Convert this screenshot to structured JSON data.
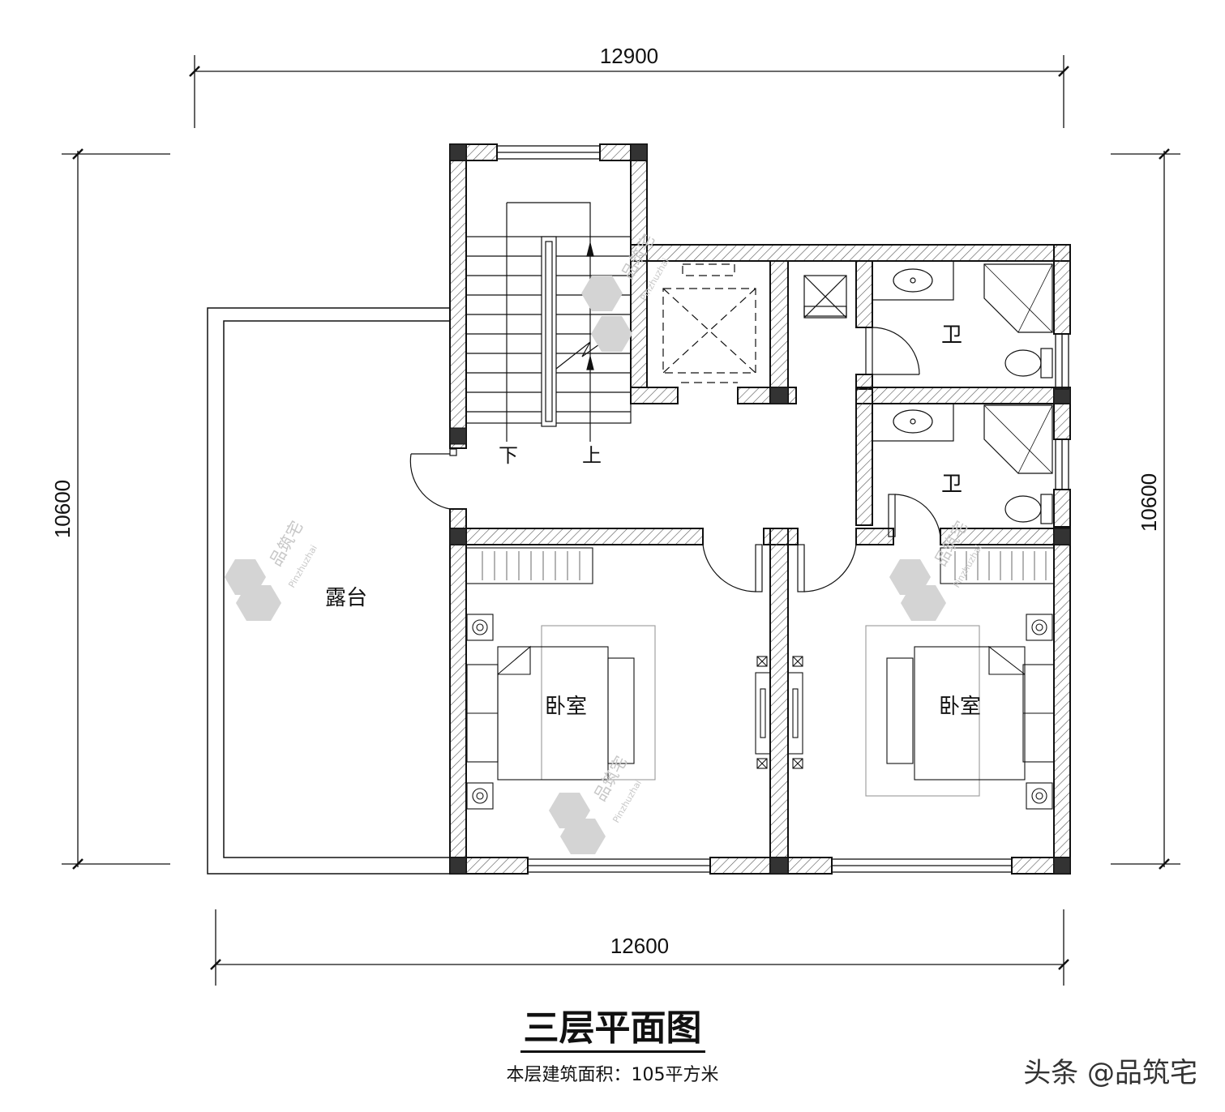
{
  "dimensions": {
    "top": "12900",
    "bottom": "12600",
    "left": "10600",
    "right": "10600"
  },
  "rooms": {
    "terrace": "露台",
    "bathroom_1": "卫",
    "bathroom_2": "卫",
    "bedroom_left": "卧室",
    "bedroom_right": "卧室"
  },
  "stairs": {
    "down": "下",
    "up": "上"
  },
  "title": "三层平面图",
  "subtitle": "本层建筑面积：105平方米",
  "credit": "头条 @品筑宅",
  "watermark": {
    "cn": "品筑宅",
    "en": "Pinzhuzhai"
  },
  "colors": {
    "wall_line": "#111111",
    "hatch": "#555555",
    "column": "#333333",
    "watermark": "#c7c7c7"
  }
}
